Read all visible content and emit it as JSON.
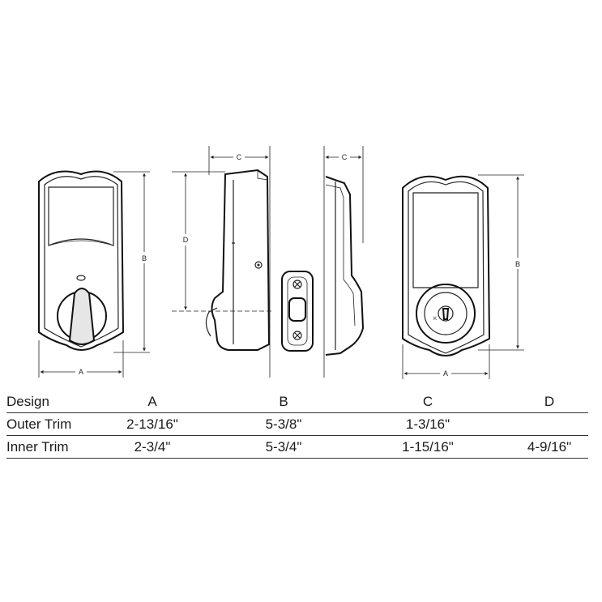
{
  "diagram": {
    "dimension_labels": {
      "front_a": "A",
      "front_b": "B",
      "side_c": "C",
      "side_d": "D",
      "thin_c": "C",
      "rear_a": "A",
      "rear_b": "B"
    }
  },
  "table": {
    "headers": [
      "Design",
      "A",
      "B",
      "C",
      "D"
    ],
    "rows": [
      {
        "cells": [
          "Outer Trim",
          "2-13/16\"",
          "5-3/8\"",
          "1-3/16\"",
          ""
        ]
      },
      {
        "cells": [
          "Inner Trim",
          "2-3/4\"",
          "5-3/4\"",
          "1-15/16\"",
          "4-9/16\""
        ]
      }
    ]
  }
}
